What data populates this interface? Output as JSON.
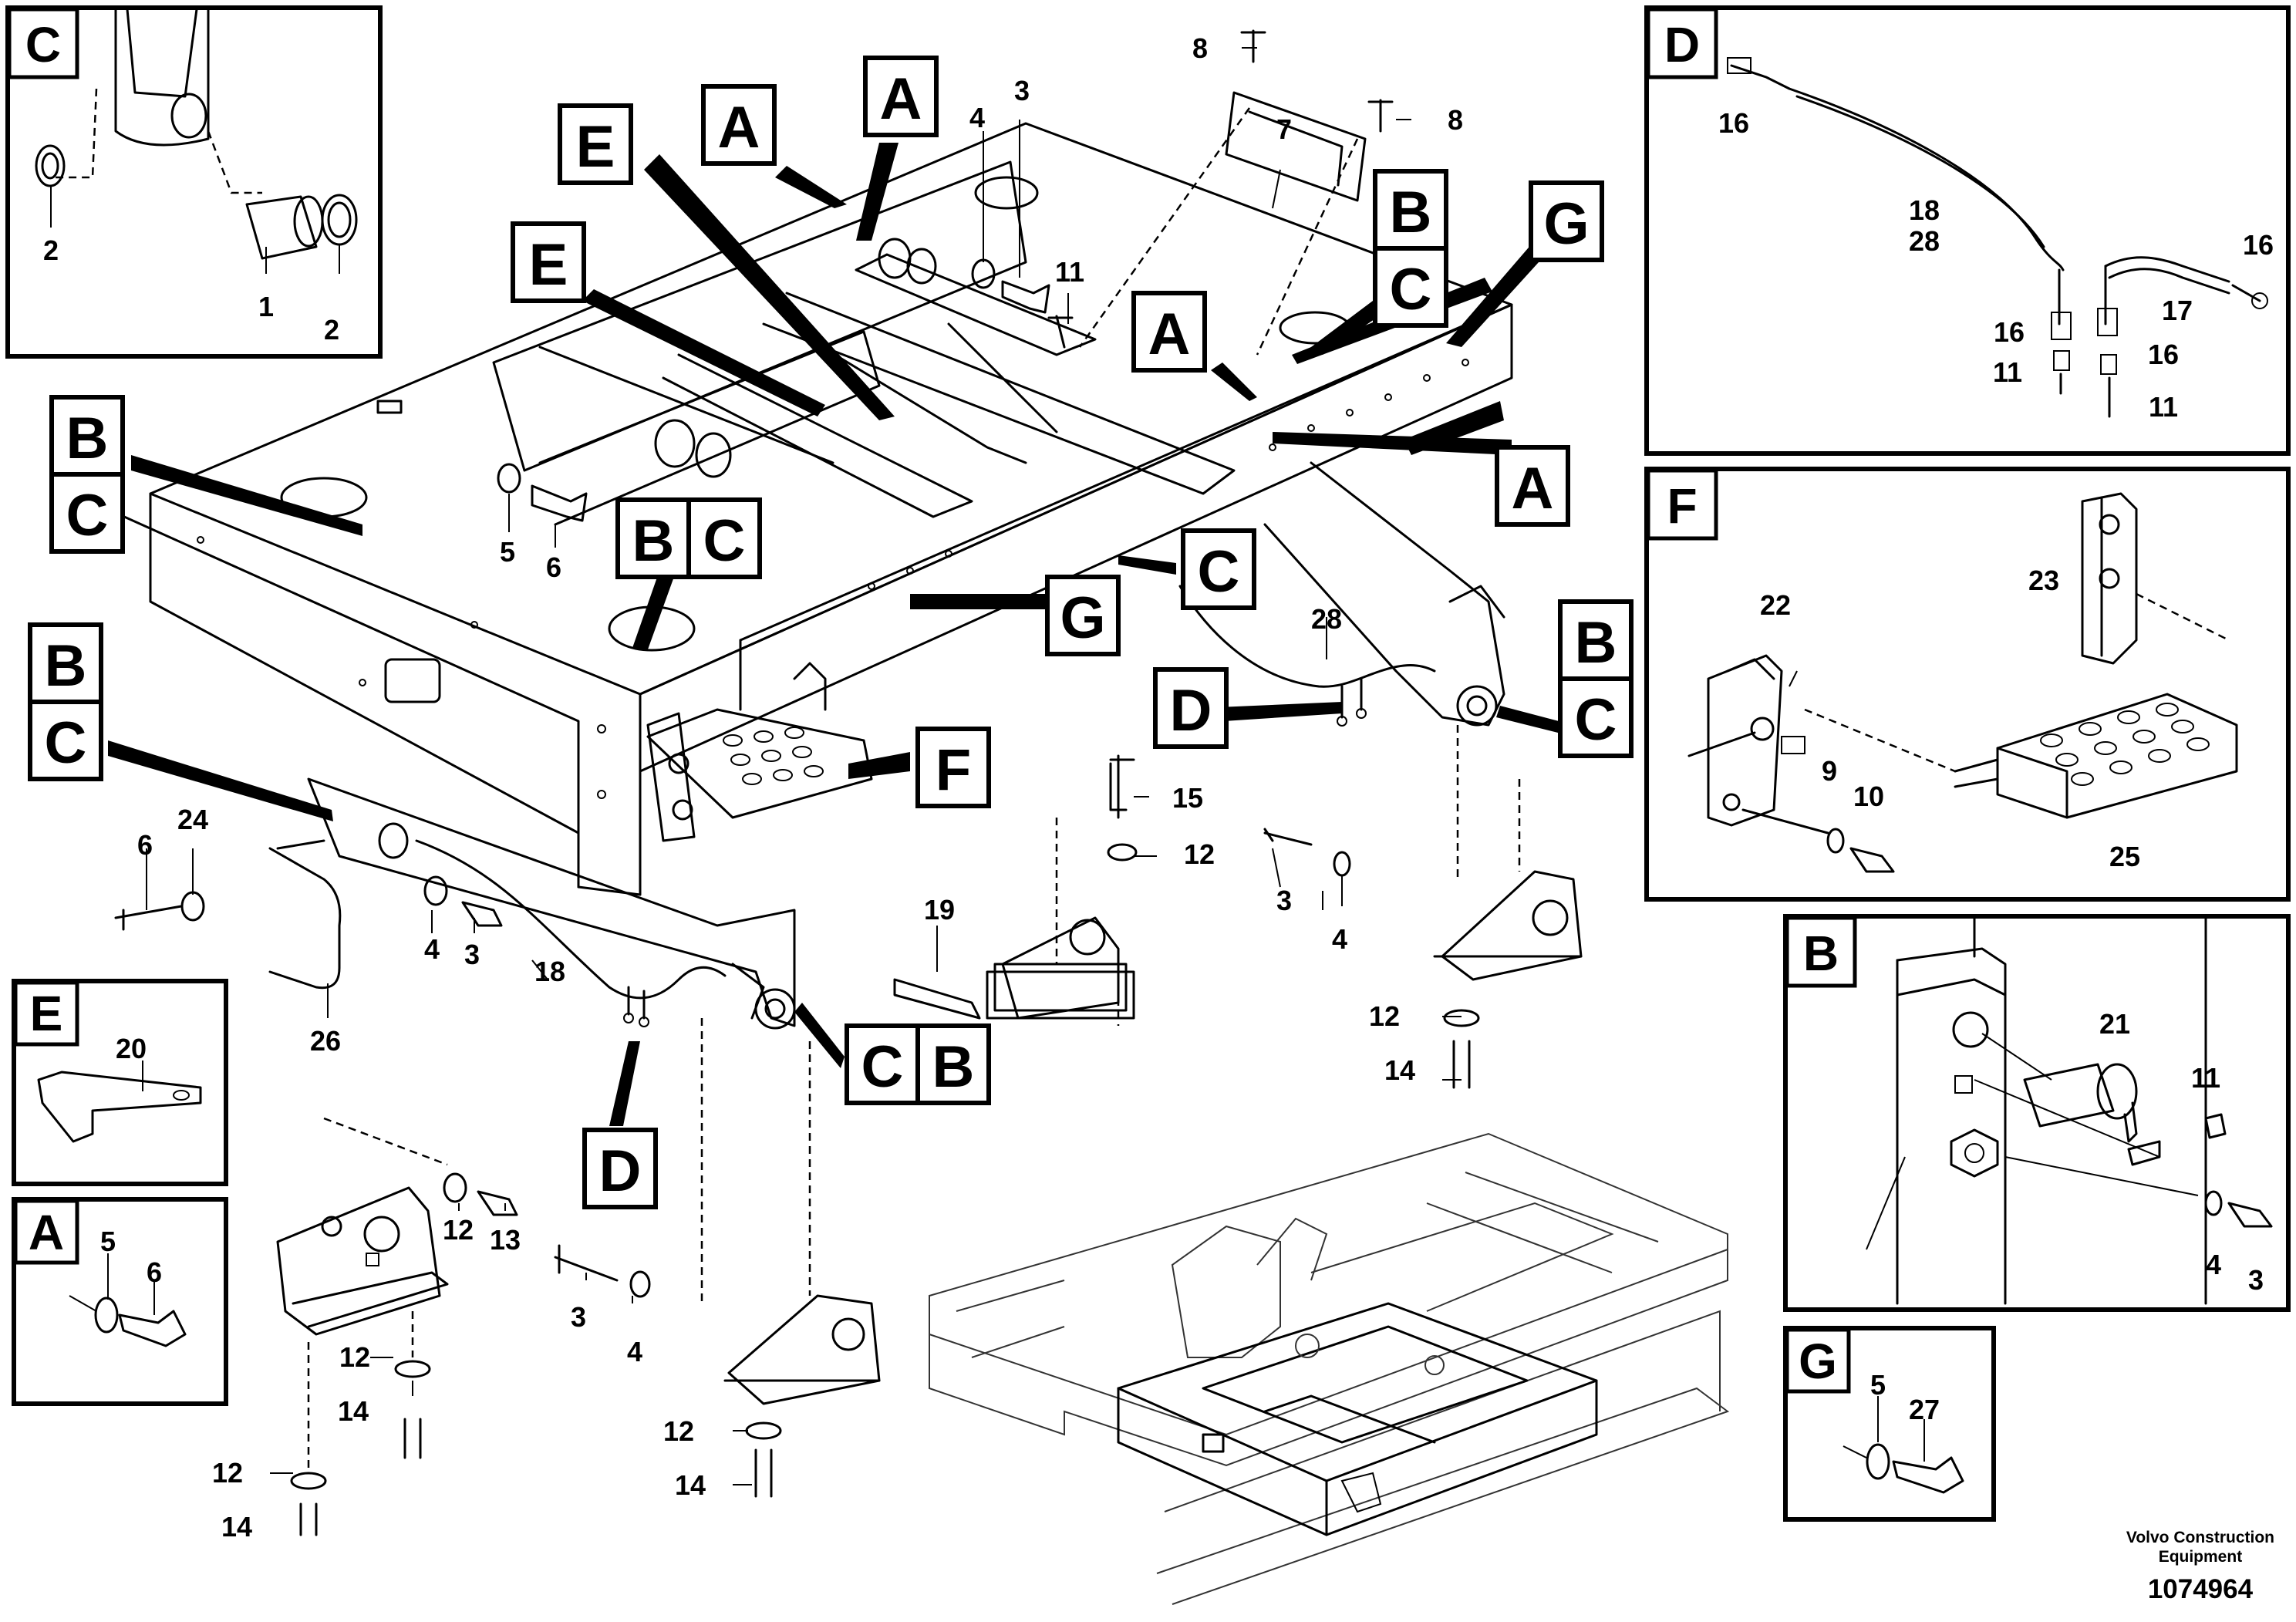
{
  "callouts": {
    "A": "A",
    "B": "B",
    "C": "C",
    "D": "D",
    "E": "E",
    "F": "F",
    "G": "G"
  },
  "inset_titles": {
    "c": "C",
    "d": "D",
    "f": "F",
    "b": "B",
    "e": "E",
    "a": "A",
    "g": "G"
  },
  "part_numbers": {
    "p1": "1",
    "p2": "2",
    "p3": "3",
    "p4": "4",
    "p5": "5",
    "p6": "6",
    "p7": "7",
    "p8": "8",
    "p9": "9",
    "p10": "10",
    "p11": "11",
    "p12": "12",
    "p13": "13",
    "p14": "14",
    "p15": "15",
    "p16": "16",
    "p17": "17",
    "p18": "18",
    "p19": "19",
    "p20": "20",
    "p21": "21",
    "p22": "22",
    "p23": "23",
    "p24": "24",
    "p25": "25",
    "p26": "26",
    "p27": "27",
    "p28": "28"
  },
  "footer": {
    "manufacturer_line1": "Volvo Construction",
    "manufacturer_line2": "Equipment",
    "document_number": "1074964"
  }
}
